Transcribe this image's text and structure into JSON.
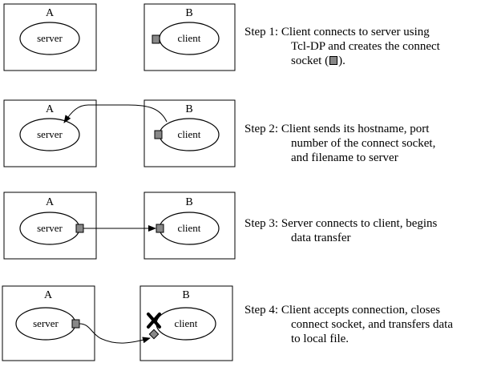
{
  "hosts": {
    "a": "A",
    "b": "B"
  },
  "nodes": {
    "server": "server",
    "client": "client"
  },
  "steps": [
    {
      "lines": [
        "Step 1: Client connects to server using",
        "Tcl-DP and creates the connect",
        "socket ("
      ],
      "tail": ")."
    },
    {
      "lines": [
        "Step 2: Client sends its hostname, port",
        "number of the connect socket,",
        "and filename to server"
      ]
    },
    {
      "lines": [
        "Step 3: Server connects to client, begins",
        "data transfer"
      ]
    },
    {
      "lines": [
        "Step 4: Client accepts connection, closes",
        "connect socket, and transfers data",
        "to local file."
      ]
    }
  ],
  "colors": {
    "socket": "#888888",
    "line": "#000000"
  }
}
